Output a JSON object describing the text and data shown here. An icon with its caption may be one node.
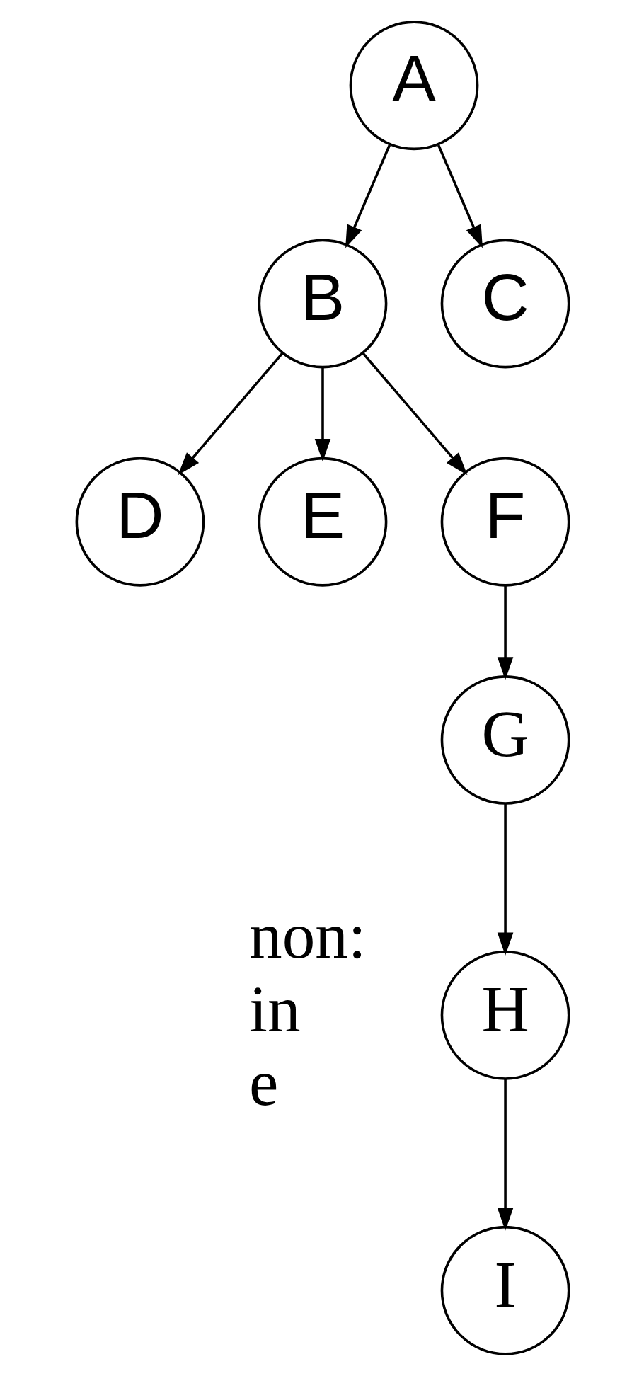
{
  "diagram": {
    "nodes": [
      {
        "text": [
          "A"
        ]
      },
      {
        "text": [
          "B"
        ]
      },
      {
        "text": [
          "C"
        ]
      },
      {
        "text": [
          "D"
        ]
      },
      {
        "text": [
          "E"
        ]
      },
      {
        "text": [
          "F"
        ]
      },
      {
        "text": [
          "G"
        ]
      },
      {
        "text": [
          "H"
        ]
      },
      {
        "text": [
          "I"
        ]
      }
    ],
    "edges": [
      {
        "from": 0,
        "to": 1,
        "arrow": "to"
      },
      {
        "from": 0,
        "to": 2,
        "arrow": "to"
      },
      {
        "from": 1,
        "to": 3,
        "arrow": "to"
      },
      {
        "from": 1,
        "to": 4,
        "arrow": "to"
      },
      {
        "from": 1,
        "to": 5,
        "arrow": "to"
      },
      {
        "from": 5,
        "to": 6,
        "arrow": "to"
      },
      {
        "from": 6,
        "to": 7,
        "arrow": "to"
      },
      {
        "from": 7,
        "to": 8,
        "arrow": "to"
      }
    ],
    "labels": [
      "non:",
      "in",
      "e"
    ]
  }
}
